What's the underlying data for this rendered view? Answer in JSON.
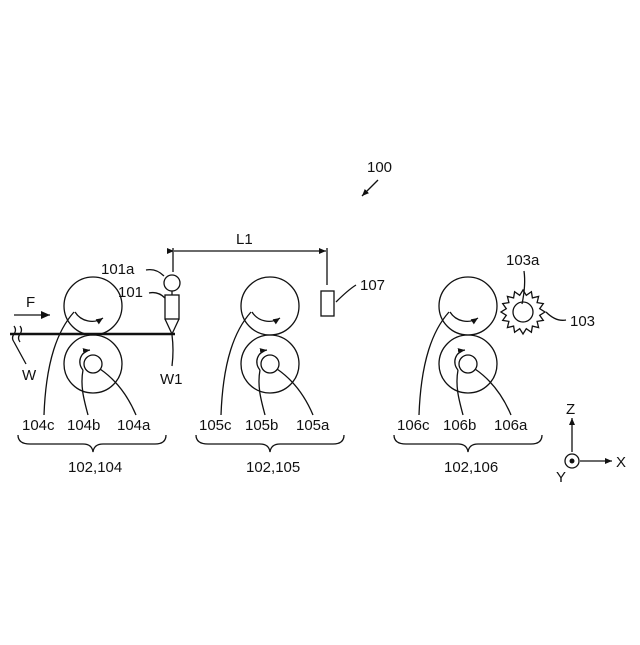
{
  "labels": {
    "assembly": "100",
    "distance": "L1",
    "flow": "F",
    "web": "W",
    "web_point": "W1",
    "head": "101",
    "head_tip": "101a",
    "sensor": "107",
    "gear": "103",
    "gear_tip": "103a"
  },
  "stations": [
    {
      "group": "102,104",
      "roller_upper": "104c",
      "roller_mid": "104b",
      "roller_shaft": "104a"
    },
    {
      "group": "102,105",
      "roller_upper": "105c",
      "roller_mid": "105b",
      "roller_shaft": "105a"
    },
    {
      "group": "102,106",
      "roller_upper": "106c",
      "roller_mid": "106b",
      "roller_shaft": "106a"
    }
  ],
  "axes": {
    "z": "Z",
    "x": "X",
    "y": "Y"
  }
}
